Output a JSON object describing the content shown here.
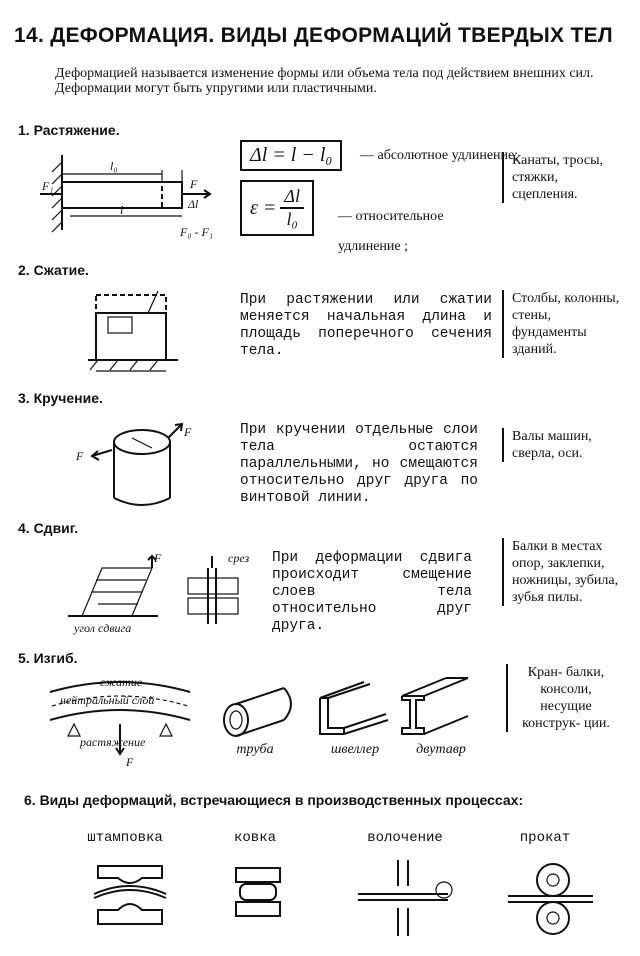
{
  "title": "14. ДЕФОРМАЦИЯ. ВИДЫ ДЕФОРМАЦИЙ ТВЕРДЫХ ТЕЛ",
  "intro": {
    "line1": "Деформацией называется изменение формы или объема тела под действием внешних сил.",
    "line2": "Деформации могут быть упругими или пластичными."
  },
  "sections": {
    "tension": {
      "heading": "1. Растяжение.",
      "formula1": "Δl = l − l₀",
      "formula1_note": "— абсолютное удлинение;",
      "formula2_lhs": "ε =",
      "formula2_num": "Δl",
      "formula2_den": "l₀",
      "formula2_note": "— относительное удлинение ;",
      "uses": "Канаты, тросы, стяжки, сцепления.",
      "fig_labels": {
        "l0": "l₀",
        "l": "l",
        "F1": "F₁",
        "F": "F",
        "dl": "Δl",
        "diff": "F₀ - F₁"
      }
    },
    "compression": {
      "heading": "2. Сжатие.",
      "text": "При растяжении или сжатии меняется начальная длина и площадь поперечного сечения тела.",
      "uses": "Столбы, колонны, стены, фундаменты зданий."
    },
    "torsion": {
      "heading": "3. Кручение.",
      "text": "При кручении отдельные слои тела остаются параллельными, но смещаются относительно друг друга по винтовой линии.",
      "uses": "Валы машин, сверла, оси.",
      "fig_labels": {
        "F": "F"
      }
    },
    "shear": {
      "heading": "4. Сдвиг.",
      "text": "При деформации сдвига происходит смещение слоев тела относительно друг друга.",
      "uses": "Балки в местах опор, заклепки, ножницы, зубила, зубья пилы.",
      "fig_labels": {
        "angle": "угол сдвига",
        "F": "F",
        "cut": "срез"
      }
    },
    "bending": {
      "heading": "5. Изгиб.",
      "uses": "Кран- балки, консоли, несущие конструк- ции.",
      "fig_labels": {
        "compress": "сжатие",
        "neutral": "нейтральный слой",
        "stretch": "растяжение",
        "F": "F"
      },
      "profiles": [
        "труба",
        "швеллер",
        "двутавр"
      ]
    },
    "processes": {
      "heading": "6. Виды деформаций, встречающиеся в производственных процессах:",
      "items": [
        "штамповка",
        "ковка",
        "волочение",
        "прокат"
      ]
    }
  }
}
